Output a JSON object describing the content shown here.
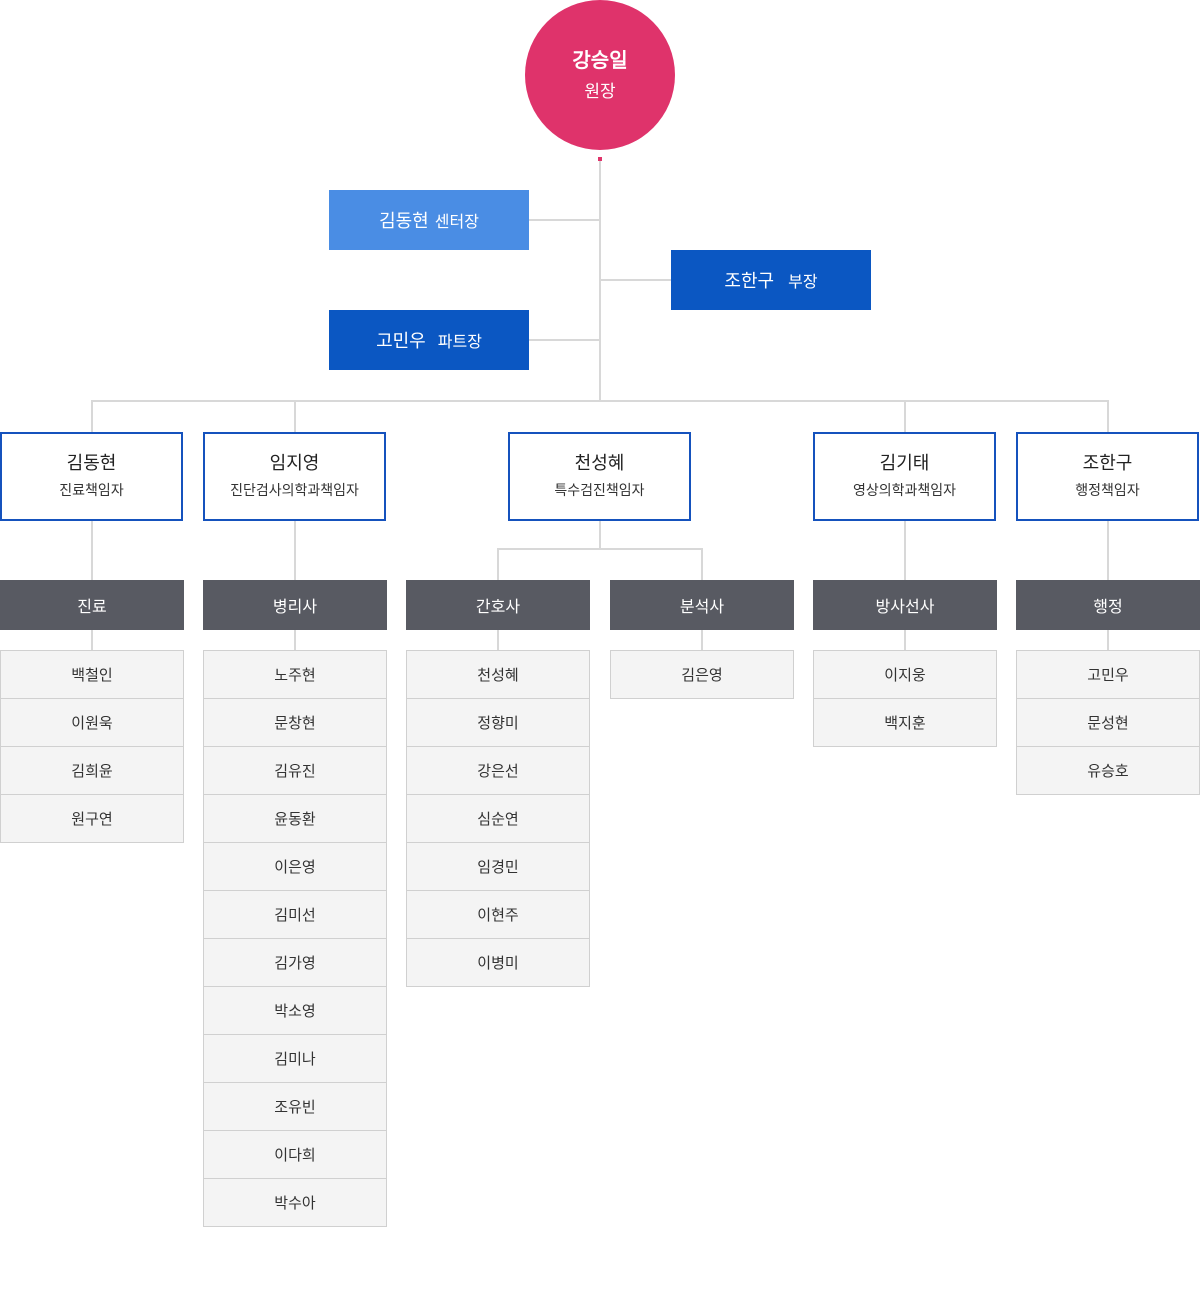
{
  "director": {
    "name": "강승일",
    "role": "원장"
  },
  "staff": [
    {
      "name": "김동현",
      "role": "센터장"
    },
    {
      "name": "조한구",
      "role": "부장"
    },
    {
      "name": "고민우",
      "role": "파트장"
    }
  ],
  "departments": [
    {
      "head": {
        "name": "김동현",
        "role": "진료책임자"
      },
      "teams": [
        {
          "name": "진료",
          "members": [
            "백철인",
            "이원욱",
            "김희윤",
            "원구연"
          ]
        }
      ]
    },
    {
      "head": {
        "name": "임지영",
        "role": "진단검사의학과책임자"
      },
      "teams": [
        {
          "name": "병리사",
          "members": [
            "노주현",
            "문창현",
            "김유진",
            "윤동환",
            "이은영",
            "김미선",
            "김가영",
            "박소영",
            "김미나",
            "조유빈",
            "이다희",
            "박수아"
          ]
        }
      ]
    },
    {
      "head": {
        "name": "천성혜",
        "role": "특수검진책임자"
      },
      "teams": [
        {
          "name": "간호사",
          "members": [
            "천성혜",
            "정향미",
            "강은선",
            "심순연",
            "임경민",
            "이현주",
            "이병미"
          ]
        },
        {
          "name": "분석사",
          "members": [
            "김은영"
          ]
        }
      ]
    },
    {
      "head": {
        "name": "김기태",
        "role": "영상의학과책임자"
      },
      "teams": [
        {
          "name": "방사선사",
          "members": [
            "이지웅",
            "백지훈"
          ]
        }
      ]
    },
    {
      "head": {
        "name": "조한구",
        "role": "행정책임자"
      },
      "teams": [
        {
          "name": "행정",
          "members": [
            "고민우",
            "문성현",
            "유승호"
          ]
        }
      ]
    }
  ],
  "colors": {
    "director": "#df336b",
    "staff_light": "#4a8de4",
    "staff_dark": "#0b57c2",
    "head_border": "#1552bd",
    "dept_bg": "#585a62",
    "member_bg": "#f4f4f4",
    "line": "#d8d8d8"
  }
}
